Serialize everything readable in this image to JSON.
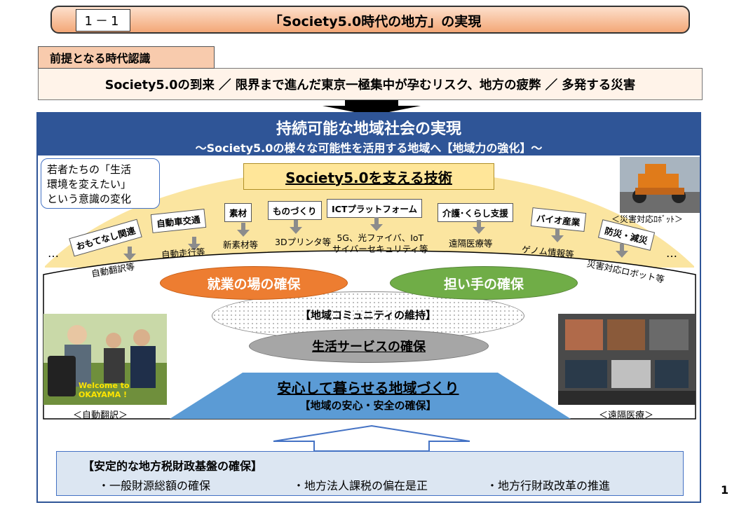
{
  "header": {
    "section_number": "1－1",
    "title": "「Society5.0時代の地方」の実現"
  },
  "premise": {
    "label": "前提となる時代認識",
    "text": "Society5.0の到来 ／ 限界まで進んだ東京一極集中が孕むリスク、地方の疲弊 ／ 多発する災害"
  },
  "main": {
    "title": "持続可能な地域社会の実現",
    "subtitle": "～Society5.0の様々な可能性を活用する地域へ【地域力の強化】～"
  },
  "youth_note": "若者たちの「生活\n環境を変えたい」\nという意識の変化",
  "tech": {
    "title": "Society5.0を支える技術",
    "ellipsis_left": "…",
    "ellipsis_right": "…",
    "fields": [
      {
        "label": "おもてなし関連",
        "example": "自動翻訳等"
      },
      {
        "label": "自動車交通",
        "example": "自動走行等"
      },
      {
        "label": "素材",
        "example": "新素材等"
      },
      {
        "label": "ものづくり",
        "example": "3Dプリンタ等"
      },
      {
        "label": "ICTプラットフォーム",
        "example": "5G、光ファイバ、IoT\nサイバーセキュリティ等"
      },
      {
        "label": "介護･くらし支援",
        "example": "遠隔医療等"
      },
      {
        "label": "バイオ産業",
        "example": "ゲノム情報等"
      },
      {
        "label": "防災・減災",
        "example": "災害対応ロボット等"
      }
    ]
  },
  "center": {
    "employment": "就業の場の確保",
    "workers": "担い手の確保",
    "community": "【地域コミュニティの維持】",
    "life_services": "生活サービスの確保",
    "safe_title": "安心して暮らせる地域づくり",
    "safe_subtitle": "【地域の安心・安全の確保】"
  },
  "photos": {
    "robot_caption": "＜災害対応ﾛﾎﾞｯﾄ＞",
    "translation_caption": "＜自動翻訳＞",
    "translation_overlay": "Welcome to\nOKAYAMA !",
    "telemedicine_caption": "＜遠隔医療＞"
  },
  "fiscal": {
    "title": "【安定的な地方税財政基盤の確保】",
    "items": [
      "・一般財源総額の確保",
      "・地方法人課税の偏在是正",
      "・地方行財政改革の推進"
    ]
  },
  "page_number": "1",
  "colors": {
    "accent_blue": "#2f5597",
    "orange": "#ed7d31",
    "green": "#70ad47",
    "arc_yellow": "#fbe5a0",
    "title_orange": "#f3a777"
  }
}
